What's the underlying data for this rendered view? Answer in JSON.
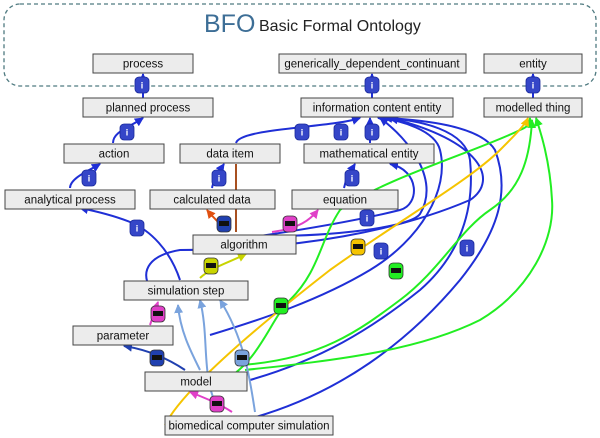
{
  "bfo": {
    "abbr": "BFO",
    "full_name": "Basic Formal Ontology"
  },
  "nodes": {
    "process": "process",
    "gdc": "generically_dependent_continuant",
    "entity": "entity",
    "planned_process": "planned process",
    "ice": "information content entity",
    "modelled_thing": "modelled thing",
    "action": "action",
    "data_item": "data item",
    "math_entity": "mathematical entity",
    "analytical_process": "analytical process",
    "calculated_data": "calculated data",
    "equation": "equation",
    "algorithm": "algorithm",
    "simulation_step": "simulation step",
    "parameter": "parameter",
    "model": "model",
    "bcs": "biomedical computer simulation"
  },
  "badge_label": "i",
  "colors": {
    "is_a": "#1f2fd6",
    "is_a_badge": "#3546c8",
    "green": "#22ee22",
    "yellow": "#f5c400",
    "light_blue": "#7aa3dd",
    "magenta": "#e040c8",
    "olive": "#c8d400",
    "brown": "#a85020",
    "orange_red": "#e05010",
    "navy_chip": "#2040b0",
    "frame": "#4f7a80",
    "title": "#3d6e96",
    "node_fill": "#ececec"
  }
}
